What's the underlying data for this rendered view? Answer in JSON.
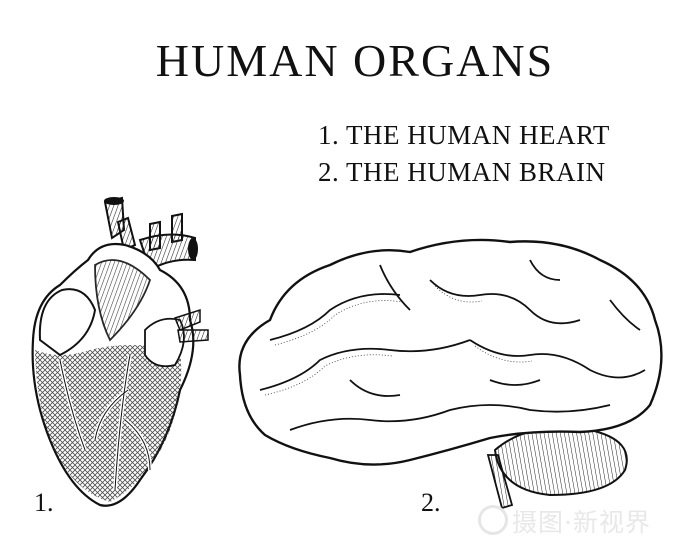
{
  "title": "HUMAN ORGANS",
  "legend": [
    "1. THE HUMAN HEART",
    "2. THE HUMAN BRAIN"
  ],
  "figures": [
    {
      "label": "1.",
      "name": "heart",
      "icon": "heart-illustration"
    },
    {
      "label": "2.",
      "name": "brain",
      "icon": "brain-illustration"
    }
  ],
  "watermark": {
    "text": "摄图·新视界",
    "icon": "camera-aperture-logo"
  },
  "colors": {
    "ink": "#111111",
    "background": "#ffffff",
    "watermark": "#e6e6e6"
  }
}
